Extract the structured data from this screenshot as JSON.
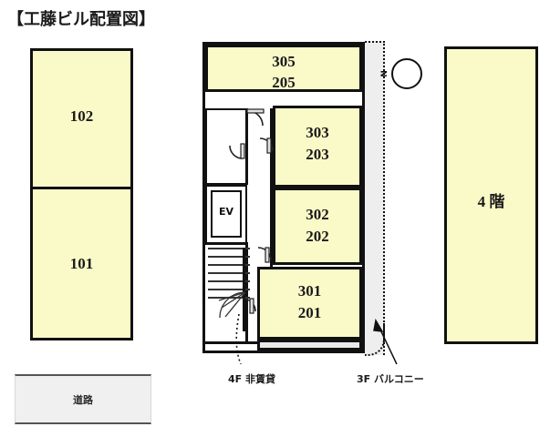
{
  "title": "【工藤ビル配置図】",
  "colors": {
    "unit_fill": "#fafac8",
    "outline": "#111111",
    "balcony_fill": "#eeeeee",
    "road_fill": "#f0f0f0",
    "nonrental_fill": "#e9e9e9"
  },
  "left_building": {
    "upper_unit": "102",
    "lower_unit": "101"
  },
  "road": {
    "label": "道路"
  },
  "right_building": {
    "label": "4 階"
  },
  "center_building": {
    "units": [
      {
        "name": "unit-305-205",
        "line1": "305",
        "line2": "205"
      },
      {
        "name": "unit-303-203",
        "line1": "303",
        "line2": "203"
      },
      {
        "name": "unit-302-202",
        "line1": "302",
        "line2": "202"
      },
      {
        "name": "unit-301-201",
        "line1": "301",
        "line2": "201"
      }
    ],
    "elevator_label": "EV"
  },
  "annotations": {
    "nonrental": "4F 非賃貸",
    "balcony": "3F バルコニー"
  },
  "compass": {
    "north_label": "N"
  }
}
